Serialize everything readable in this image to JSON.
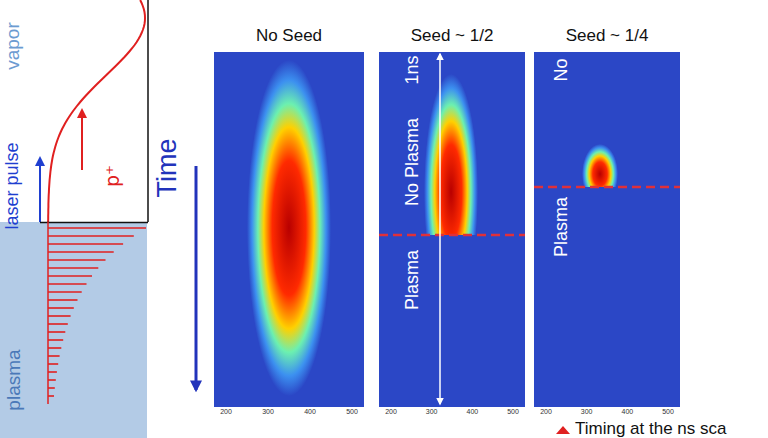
{
  "diagram": {
    "nodes": [
      {
        "text": [
          "plasma"
        ]
      },
      {
        "text": [
          "No Seed"
        ]
      },
      {
        "text": [
          "Seed ~ 1/2",
          "1ns",
          "No Plasma",
          "Plasma"
        ]
      },
      {
        "text": [
          "Seed ~ 1/4",
          "No",
          "Plasma"
        ]
      }
    ],
    "labels": [
      "vapor",
      "laser pulse",
      "p⁺",
      "Time",
      "200",
      "300",
      "400",
      "500",
      "200",
      "300",
      "400",
      "500",
      "200",
      "300",
      "400",
      "500",
      "Timing at the ns sca"
    ]
  }
}
